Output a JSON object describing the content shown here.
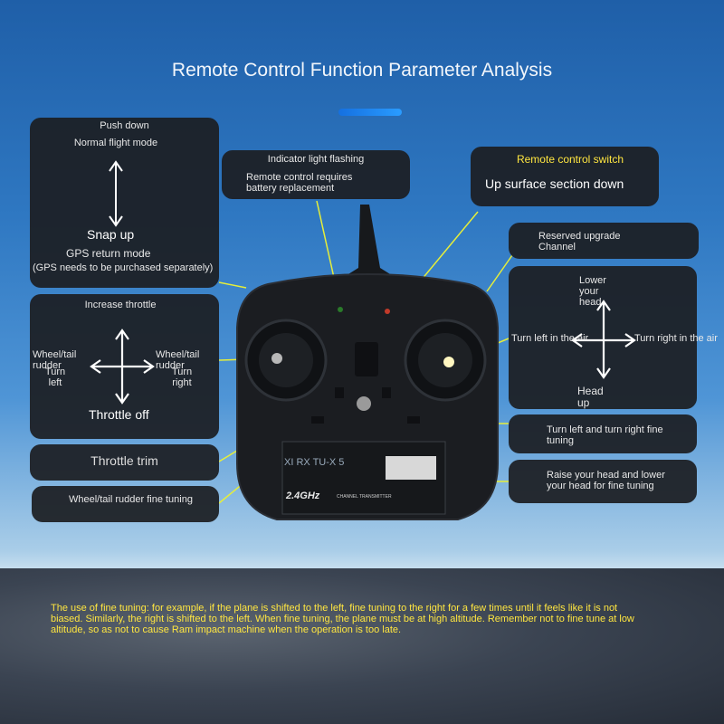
{
  "title": "Remote Control Function Parameter Analysis",
  "left_stick": {
    "push_down": "Push down",
    "normal_mode": "Normal flight mode",
    "snap_up": "Snap up",
    "gps_return": "GPS return mode",
    "gps_note": "(GPS needs to be purchased separately)"
  },
  "throttle": {
    "increase": "Increase throttle",
    "left_label": "Wheel/tail rudder",
    "turn_left": "Turn left",
    "right_label": "Wheel/tail rudder",
    "turn_right": "Turn right",
    "off": "Throttle off"
  },
  "throttle_trim": "Throttle trim",
  "rudder_trim": "Wheel/tail rudder fine tuning",
  "indicator": {
    "title": "Indicator light flashing",
    "desc": "Remote control requires battery replacement"
  },
  "switch": {
    "title": "Remote control switch",
    "desc": "Up surface section down"
  },
  "reserved": "Reserved upgrade Channel",
  "right_stick": {
    "lower_head": "Lower your head",
    "turn_left_air": "Turn left in the air",
    "turn_right_air": "Turn right in the air",
    "head_up": "Head up"
  },
  "lr_trim": "Turn left and turn right fine tuning",
  "head_trim": "Raise your head and lower your head for fine tuning",
  "device": {
    "label": "XI RX TU-X 5",
    "band": "2.4GHz",
    "channel_text": "CHANNEL TRANSMITTER"
  },
  "note": "The use of fine tuning: for example, if the plane is shifted to the left, fine tuning to the right for a few times until it feels like it is not biased. Similarly, the right is shifted to the left. When fine tuning, the plane must be at high altitude. Remember not to fine tune at low altitude, so as not to cause Ram impact machine when the operation is too late.",
  "colors": {
    "callout_line": "#e6ee3a",
    "accent": "#ffe640",
    "box": "#1c1e22"
  }
}
